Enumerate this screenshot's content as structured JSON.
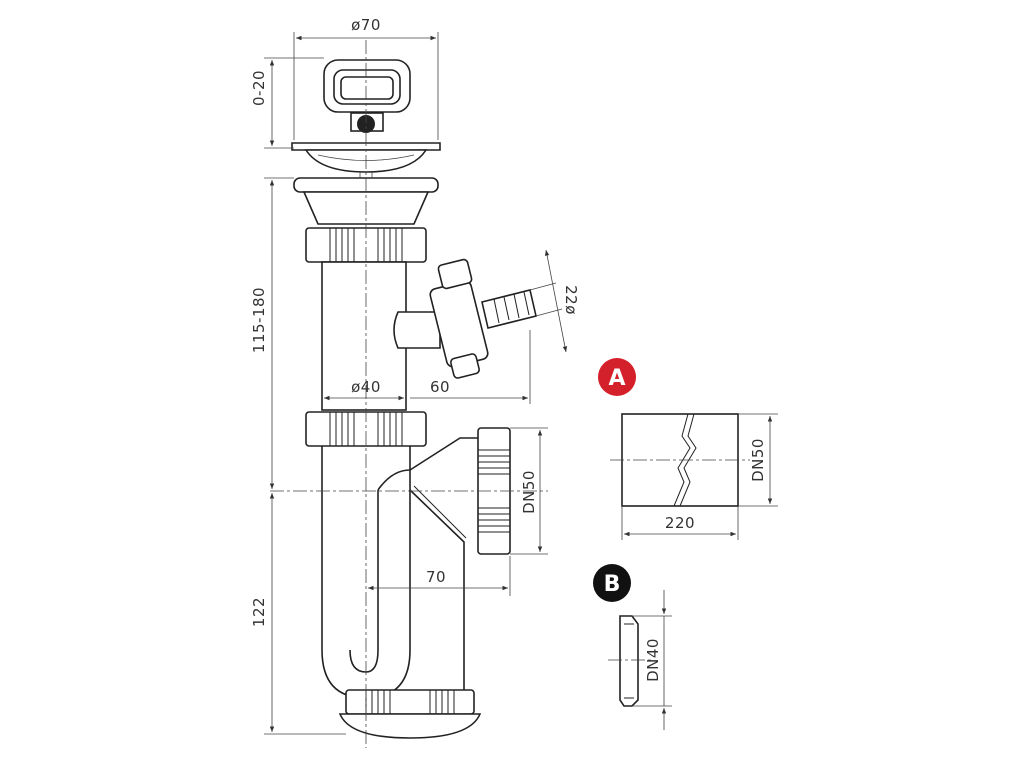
{
  "dimensions": {
    "plug_diameter": "ø70",
    "plug_height": "0-20",
    "body_height": "115-180",
    "pipe_diameter": "ø40",
    "branch_offset": "60",
    "hose_diameter": "22ø",
    "outlet_size": "DN50",
    "trap_height": "122",
    "outlet_offset": "70"
  },
  "detail_a": {
    "badge": "A",
    "badge_color": "#d4202a",
    "size": "DN50",
    "length": "220"
  },
  "detail_b": {
    "badge": "B",
    "badge_color": "#111111",
    "size": "DN40"
  }
}
